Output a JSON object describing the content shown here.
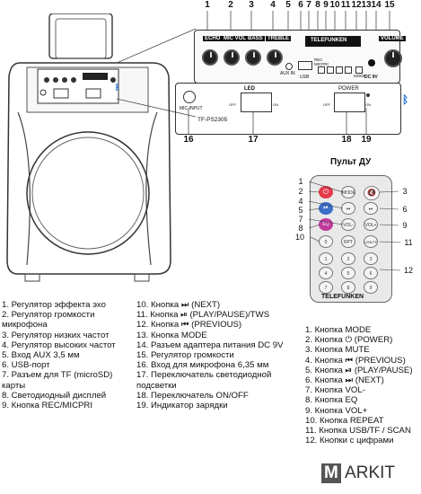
{
  "panel": {
    "numbers": [
      "1",
      "2",
      "3",
      "4",
      "5",
      "6",
      "7",
      "8",
      "9",
      "10",
      "11",
      "12",
      "13",
      "14",
      "15"
    ],
    "bottom_numbers": [
      "16",
      "17",
      "18",
      "19"
    ],
    "knob_labels": [
      "ECHO",
      "MIC VOL",
      "BASS",
      "TREBLE"
    ],
    "volume_label": "VOLUME",
    "brand": "TELEFUNKEN",
    "aux_label": "AUX IN",
    "usb_label": "USB",
    "rec_label": "REC\nMICPRI",
    "mode_label": "MODE",
    "dc_label": "DC 9V",
    "mic_label": "MIC INPUT",
    "model": "TF-PS2305",
    "led_label": "LED",
    "power_label": "POWER",
    "off_label": "OFF",
    "on_label": "ON"
  },
  "remote": {
    "title": "Пульт ДУ",
    "brand": "TELEFUNKEN",
    "numbers": [
      "1",
      "2",
      "3",
      "4",
      "5",
      "6",
      "7",
      "8",
      "9",
      "10",
      "11",
      "12"
    ],
    "buttons": [
      "MODE",
      "VOL-",
      "VOL+",
      "RPT",
      "USB/TF",
      "0",
      "1",
      "2",
      "3",
      "4",
      "5",
      "6",
      "7",
      "8",
      "9",
      "EQ"
    ]
  },
  "list_left": [
    "1. Регулятор эффекта эхо",
    "2. Регулятор громкости",
    "    микрофона",
    "3. Регулятор низких частот",
    "4. Регулятор высоких частот",
    "5. Вход AUX 3,5 мм",
    "6. USB-порт",
    "7. Разъем для TF (microSD)",
    "    карты",
    "8. Светодиодный дисплей",
    "9. Кнопка REC/MICPRI"
  ],
  "list_middle": [
    "10. Кнопка ⏭ (NEXT)",
    "11. Кнопка ⏯ (PLAY/PAUSE)/TWS",
    "12. Кнопка ⏮ (PREVIOUS)",
    "13. Кнопка MODE",
    "14. Разъем адаптера питания DC 9V",
    "15. Регулятор громкости",
    "16. Вход для микрофона 6,35 мм",
    "17. Переключатель светодиодной",
    "      подсветки",
    "18. Переключатель ON/OFF",
    "19. Индикатор зарядки"
  ],
  "list_right": [
    "1.  Кнопка MODE",
    "2.  Кнопка ⏻ (POWER)",
    "3.  Кнопка MUTE",
    "4.  Кнопка ⏮ (PREVIOUS)",
    "5.  Кнопка ⏯ (PLAY/PAUSE)",
    "6.  Кнопка ⏭ (NEXT)",
    "7.  Кнопка VOL-",
    "8.  Кнопка EQ",
    "9.  Кнопка VOL+",
    "10. Кнопка REPEAT",
    "11. Кнопка USB/TF / SCAN",
    "12. Кнопки с цифрами"
  ],
  "watermark": "MARKIT",
  "colors": {
    "power": "#e53a4b",
    "play": "#3b6fc7",
    "eq": "#c03a9c",
    "mute": "#e0603a",
    "bluetooth": "#1d6fd1"
  }
}
